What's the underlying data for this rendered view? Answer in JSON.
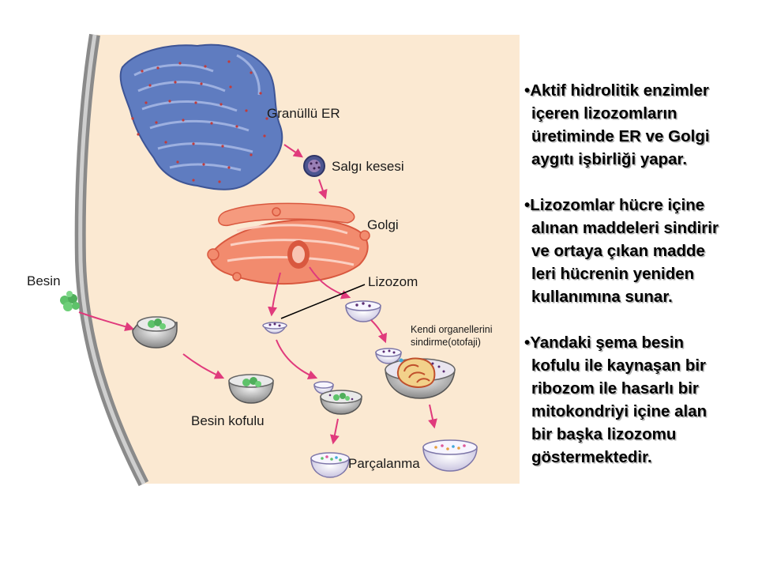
{
  "labels": {
    "rough_er": "Granüllü ER",
    "secretory_vesicle": "Salgı kesesi",
    "golgi": "Golgi",
    "food": "Besin",
    "lysosome": "Lizozom",
    "autophagy_line1": "Kendi organellerini",
    "autophagy_line2": "sindirme(otofaji)",
    "food_vacuole": "Besin kofulu",
    "digestion": "Parçalanma"
  },
  "bullets": [
    {
      "marker": "•",
      "lines": [
        "Aktif hidrolitik enzimler",
        "içeren lizozomların",
        "üretiminde ER ve Golgi",
        "aygıtı işbirliği yapar."
      ]
    },
    {
      "marker": "•",
      "lines": [
        "Lizozomlar hücre içine",
        "alınan maddeleri sindirir",
        "ve ortaya çıkan madde",
        "leri  hücrenin yeniden",
        "kullanımına sunar."
      ]
    },
    {
      "marker": "•",
      "lines": [
        "Yandaki şema besin",
        "kofulu ile kaynaşan bir",
        "ribozom ile hasarlı bir",
        "mitokondriyi içine alan",
        "bir başka lizozomu",
        "göstermektedir."
      ]
    }
  ],
  "colors": {
    "cytoplasm": "#fbe9d2",
    "membrane": "#9a9a9a",
    "er": "#5f7cc0",
    "golgi": "#f07a5e",
    "arrow": "#e03a7c",
    "food": "#5ec26a",
    "lysosome_fill": "#ecebf6"
  }
}
